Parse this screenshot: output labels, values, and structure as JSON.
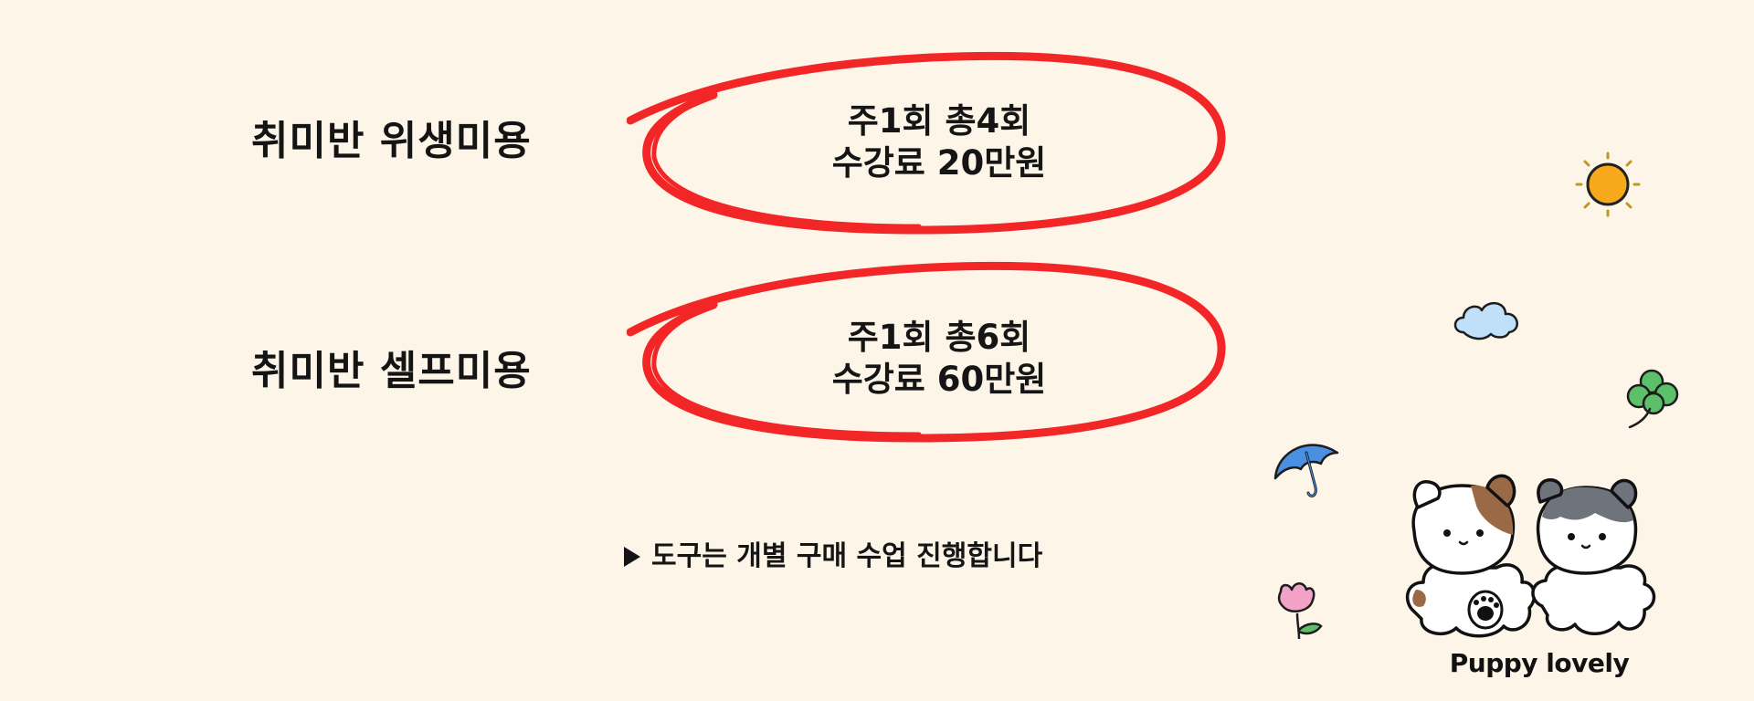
{
  "colors": {
    "background": "#fdf5e8",
    "accent_red": "#f22626",
    "text": "#151515"
  },
  "courses": [
    {
      "name": "취미반 위생미용",
      "frequency": "주1회 총4회",
      "fee": "수강료 20만원"
    },
    {
      "name": "취미반 셀프미용",
      "frequency": "주1회 총6회",
      "fee": "수강료 60만원"
    }
  ],
  "notice": {
    "icon": "play-triangle-icon",
    "text": "도구는 개별 구매 수업 진행합니다"
  },
  "decorations": {
    "icons": [
      "sun-icon",
      "cloud-icon",
      "clover-icon",
      "umbrella-icon",
      "tulip-icon",
      "puppies-illustration"
    ]
  },
  "logo": {
    "text": "Puppy lovely"
  }
}
